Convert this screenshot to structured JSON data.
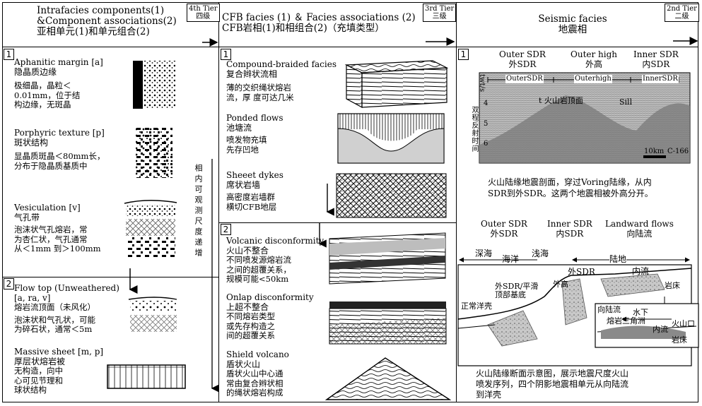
{
  "col1": {
    "header_line1": "Intrafacies components(1)",
    "header_line2": "&Component associations(2)",
    "header_line3": "亚相单元(1)和单元组合(2)",
    "tier_en": "4th Tier",
    "tier_cn": "四级",
    "sec1_num": "1",
    "sec2_num": "2",
    "items": [
      {
        "title": "Aphanitic margin  [a]",
        "cn": "隐晶质边缘",
        "desc": [
          "极细晶，晶粒＜",
          "0.01mm，位于结",
          "构边缘，无斑晶"
        ]
      },
      {
        "title": "Porphyric texture  [p]",
        "cn": "斑状结构",
        "desc": [
          "显晶质斑晶＜80mm长，",
          "分布于隐晶质基质中"
        ]
      },
      {
        "title": "Vesiculation  [v]",
        "cn": "气孔带",
        "desc": [
          "泡沫状气孔熔岩，常",
          "为杏仁状，气孔通常",
          "从＜1mm 到＞100mm"
        ]
      },
      {
        "title": "Flow top (Unweathered)",
        "cn": "[a, ra, v]",
        "desc": [
          "熔岩流顶面（未风化）",
          "泡沫状和气孔状，可能",
          "为碎石状，通常＜5m"
        ]
      },
      {
        "title": "Massive sheet  [m, p]",
        "cn": "厚层状熔岩被",
        "desc": [
          "无构造，向中",
          "心可见节理和",
          "球状结构"
        ]
      }
    ],
    "vertical_label": "相内可观测尺度递增"
  },
  "col2": {
    "header_line1": "CFB facies (1) ＆ Facies associations (2)",
    "header_line2": "CFB岩相(1)和相组合(2)（充填类型）",
    "tier_en": "3rd Tier",
    "tier_cn": "三级",
    "sec1_num": "1",
    "sec2_num": "2",
    "items": [
      {
        "title": "Compound-braided facies",
        "cn": "复合辫状流相",
        "desc": [
          "薄的交织绳状熔岩",
          "流，厚 度可达几米"
        ]
      },
      {
        "title": "Ponded flows",
        "cn": "池塘流",
        "desc": [
          "喷发物充填",
          "先存凹地"
        ]
      },
      {
        "title": "Sheeet dykes",
        "cn": "席状岩墙",
        "desc": [
          "高密度岩墙群",
          "横切CFB地层"
        ]
      },
      {
        "title": "Volcanic disconformity",
        "cn": "火山不整合",
        "desc": [
          "不同喷发源熔岩流",
          "之间的超覆关系，",
          "规模可能<50km"
        ]
      },
      {
        "title": "Onlap disconformity",
        "cn": "上超不整合",
        "desc": [
          "不同熔岩类型",
          "或先存构造之",
          "间的超覆关系"
        ]
      },
      {
        "title": "Shield volcano",
        "cn": "盾状火山",
        "desc": [
          "盾状火山中心通",
          "常由复合辫状相",
          "的绳状熔岩构成"
        ]
      }
    ]
  },
  "col3": {
    "header_line1": "Seismic facies",
    "header_line2": "地震相",
    "tier_en": "2nd Tier",
    "tier_cn": "二级",
    "sec1_num": "1",
    "seismic": {
      "label1_en": "Outer SDR",
      "label1_cn": "外SDR",
      "label2_en": "Outer high",
      "label2_cn": "外高",
      "label3_en": "Inner SDR",
      "label3_cn": "内SDR",
      "bar1": "OuterSDR",
      "bar2": "Outerhigh",
      "bar3": "InnerSDR",
      "axis_unit": "twt/s",
      "axis_cn": "双程反射时间",
      "ticks": [
        "4",
        "5",
        "6"
      ],
      "top_label": "t 火山岩顶面",
      "sill": "Sill",
      "scale": "10km",
      "line_id": "C-166"
    },
    "caption1": [
      "火山陆缘地震剖面，穿过Voring陆缘，从内",
      "SDR到外SDR。这两个地震相被外高分开。"
    ],
    "schematic": {
      "label1_en": "Outer SDR",
      "label1_cn": "外SDR",
      "label2_en": "Inner SDR",
      "label2_cn": "内SDR",
      "label3_en": "Landward flows",
      "label3_cn": "向陆流",
      "deep_sea": "深海",
      "ocean": "海洋",
      "shallow": "浅海",
      "land": "陆地",
      "outer_sdr": "外SDR",
      "inner_flow": "内流",
      "flat_top": [
        "外SDR/平滑",
        "顶部基底"
      ],
      "outer_high": "外高",
      "normal_crust": "正常洋壳",
      "sill": "岩床",
      "landward": "向陆流",
      "underwater": "水下",
      "delta": "熔岩三角洲",
      "inner": "内流",
      "vent": "火山口",
      "sill2": "岩床"
    },
    "caption2": [
      "火山陆缘断面示意图，展示地震尺度火山",
      "喷发序列，四个阴影地震相单元从向陆流",
      "到洋壳"
    ]
  }
}
